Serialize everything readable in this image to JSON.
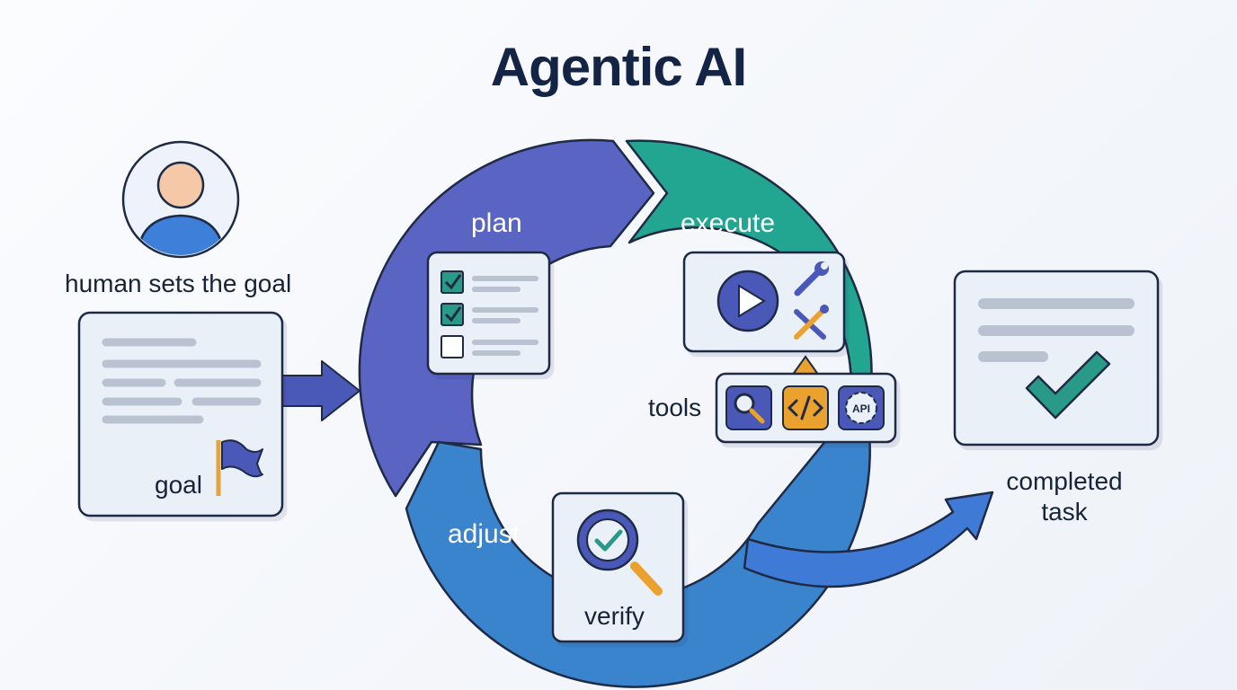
{
  "title": "Agentic AI",
  "human": {
    "label": "human sets the goal",
    "goal_label": "goal"
  },
  "cycle": {
    "plan": "plan",
    "execute": "execute",
    "adjust": "adjust",
    "verify": "verify",
    "tools": "tools",
    "api_text": "API"
  },
  "result": {
    "label_line1": "completed",
    "label_line2": "task"
  },
  "colors": {
    "title": "#132445",
    "plan": "#5a64c2",
    "execute": "#23a691",
    "adjust": "#3a83cd",
    "outline": "#1f2b44",
    "card_fill": "#eaf0f8",
    "check": "#2a9a88",
    "tool_orange": "#eba12e"
  },
  "icons": [
    "person-icon",
    "flag-icon",
    "checkbox-icon",
    "play-icon",
    "wrench-icon",
    "tools-cross-icon",
    "search-icon",
    "code-icon",
    "api-gear-icon",
    "magnifier-check-icon",
    "checkmark-icon",
    "arrow-icon"
  ]
}
